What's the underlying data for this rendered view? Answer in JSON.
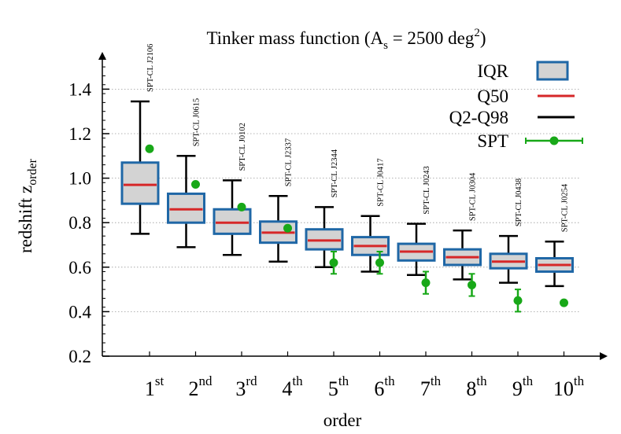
{
  "chart_data": {
    "type": "box",
    "title": "Tinker mass function (A",
    "title_sub": "s",
    "title_mid": " = 2500 deg",
    "title_sup": "2",
    "title_end": ")",
    "xlabel": "order",
    "ylabel": "redshift z",
    "ylabel_sub": "order",
    "ylim": [
      0.2,
      1.55
    ],
    "yticks": [
      0.2,
      0.4,
      0.6,
      0.8,
      1.0,
      1.2,
      1.4
    ],
    "ytick_labels": [
      "0.2",
      "0.4",
      "0.6",
      "0.8",
      "1.0",
      "1.2",
      "1.4"
    ],
    "grid": "horizontal dotted",
    "legend_position": "top-right",
    "legend": [
      {
        "label": "IQR",
        "kind": "box"
      },
      {
        "label": "Q50",
        "kind": "median"
      },
      {
        "label": "Q2-Q98",
        "kind": "whisker"
      },
      {
        "label": "SPT",
        "kind": "point"
      }
    ],
    "colors": {
      "box_fill": "#d3d3d3",
      "box_edge": "#1f67a6",
      "median": "#d62728",
      "whisker": "#000000",
      "spt": "#18a818"
    },
    "categories": [
      {
        "base": "1",
        "sup": "st",
        "cluster": "SPT-CL J2106"
      },
      {
        "base": "2",
        "sup": "nd",
        "cluster": "SPT-CL J0615"
      },
      {
        "base": "3",
        "sup": "rd",
        "cluster": "SPT-CL J0102"
      },
      {
        "base": "4",
        "sup": "th",
        "cluster": "SPT-CL J2337"
      },
      {
        "base": "5",
        "sup": "th",
        "cluster": "SPT-CL J2344"
      },
      {
        "base": "6",
        "sup": "th",
        "cluster": "SPT-CL J0417"
      },
      {
        "base": "7",
        "sup": "th",
        "cluster": "SPT-CL J0243"
      },
      {
        "base": "8",
        "sup": "th",
        "cluster": "SPT-CL J0304"
      },
      {
        "base": "9",
        "sup": "th",
        "cluster": "SPT-CL J0438"
      },
      {
        "base": "10",
        "sup": "th",
        "cluster": "SPT-CL J0254"
      }
    ],
    "boxes": [
      {
        "q2": 0.75,
        "q25": 0.885,
        "q50": 0.97,
        "q75": 1.07,
        "q98": 1.345
      },
      {
        "q2": 0.69,
        "q25": 0.8,
        "q50": 0.86,
        "q75": 0.93,
        "q98": 1.1
      },
      {
        "q2": 0.655,
        "q25": 0.75,
        "q50": 0.8,
        "q75": 0.86,
        "q98": 0.99
      },
      {
        "q2": 0.625,
        "q25": 0.71,
        "q50": 0.755,
        "q75": 0.805,
        "q98": 0.92
      },
      {
        "q2": 0.6,
        "q25": 0.68,
        "q50": 0.72,
        "q75": 0.77,
        "q98": 0.87
      },
      {
        "q2": 0.58,
        "q25": 0.655,
        "q50": 0.695,
        "q75": 0.735,
        "q98": 0.83
      },
      {
        "q2": 0.565,
        "q25": 0.63,
        "q50": 0.67,
        "q75": 0.705,
        "q98": 0.795
      },
      {
        "q2": 0.545,
        "q25": 0.61,
        "q50": 0.645,
        "q75": 0.68,
        "q98": 0.765
      },
      {
        "q2": 0.53,
        "q25": 0.595,
        "q50": 0.625,
        "q75": 0.66,
        "q98": 0.74
      },
      {
        "q2": 0.515,
        "q25": 0.58,
        "q50": 0.61,
        "q75": 0.64,
        "q98": 0.715
      }
    ],
    "spt": [
      {
        "z": 1.132,
        "err": 0
      },
      {
        "z": 0.972,
        "err": 0
      },
      {
        "z": 0.87,
        "err": 0
      },
      {
        "z": 0.775,
        "err": 0
      },
      {
        "z": 0.62,
        "err": 0.05
      },
      {
        "z": 0.62,
        "err": 0.05
      },
      {
        "z": 0.53,
        "err": 0.05
      },
      {
        "z": 0.52,
        "err": 0.05
      },
      {
        "z": 0.45,
        "err": 0.05
      },
      {
        "z": 0.44,
        "err": 0
      }
    ]
  }
}
